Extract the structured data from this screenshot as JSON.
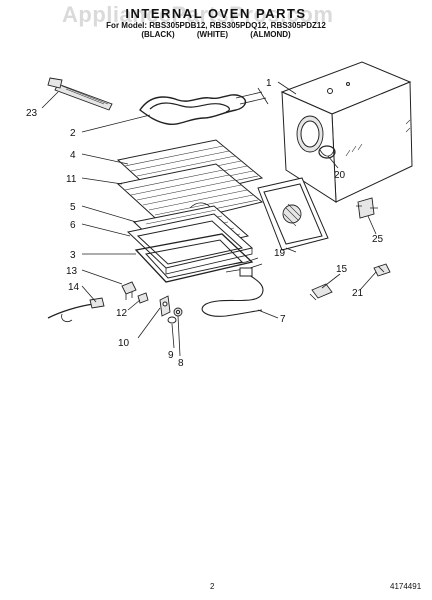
{
  "header": {
    "watermark": "AppliancePartsPros.com",
    "title": "INTERNAL OVEN PARTS",
    "models": "For Model: RBS305PDB12, RBS305PDQ12, RBS305PDZ12",
    "finish_black": "(BLACK)",
    "finish_white": "(WHITE)",
    "finish_almond": "(ALMOND)"
  },
  "callouts": [
    "1",
    "2",
    "4",
    "11",
    "5",
    "6",
    "3",
    "13",
    "14",
    "12",
    "10",
    "9",
    "8",
    "7",
    "15",
    "21",
    "19",
    "25",
    "20",
    "23"
  ],
  "footer": {
    "page_number": "2",
    "doc_number": "4174491"
  },
  "colors": {
    "ink": "#222222",
    "watermark": "#969696"
  }
}
